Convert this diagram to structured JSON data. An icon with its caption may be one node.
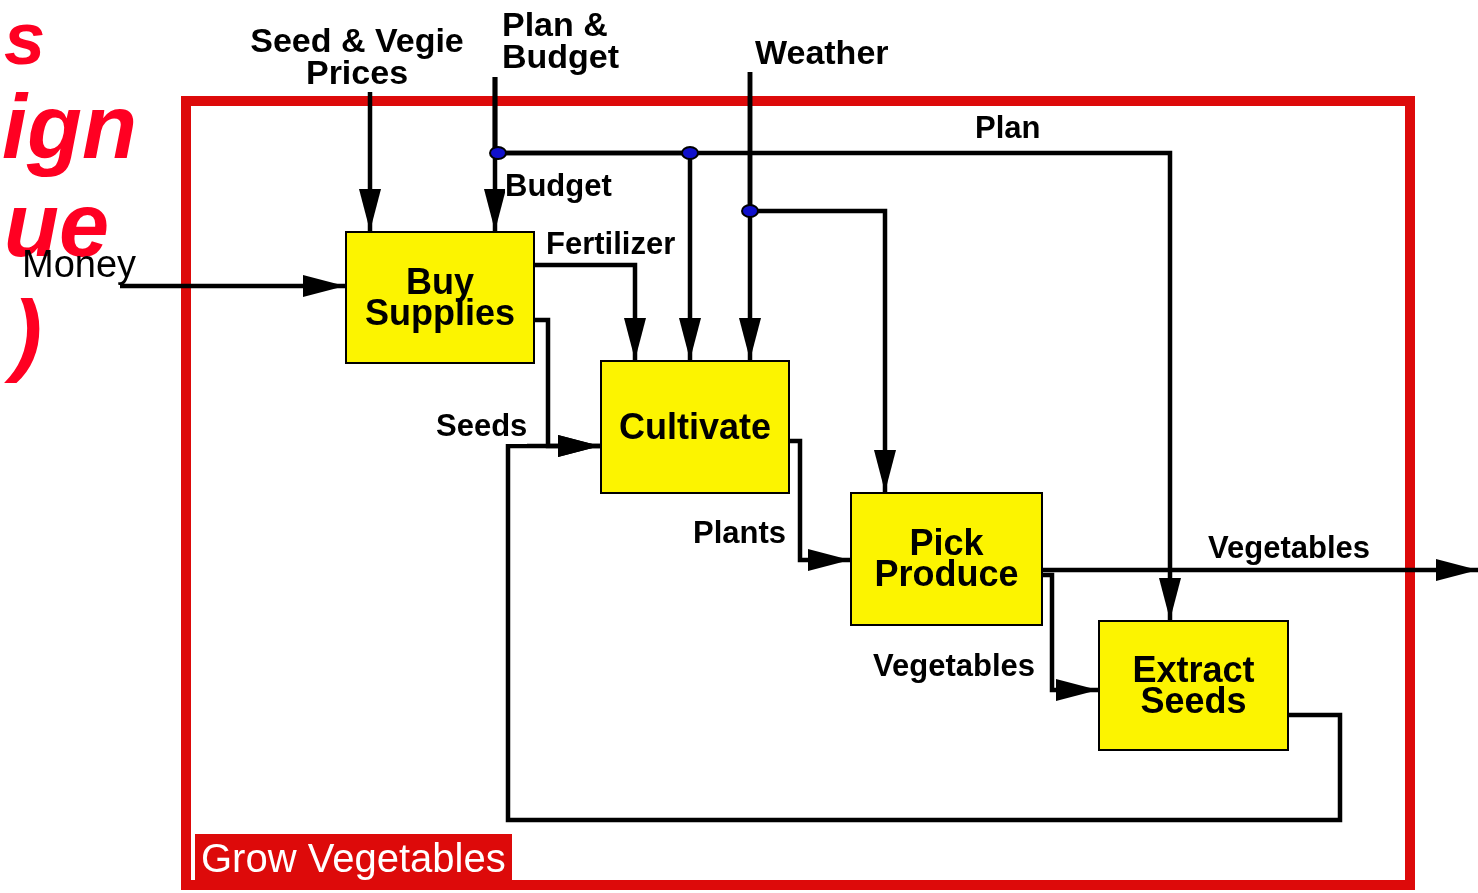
{
  "diagram": {
    "nodes": [
      {
        "text": [
          "Grow Vegetables"
        ]
      },
      {
        "text": [
          "Buy Supplies"
        ],
        "in": 0
      },
      {
        "text": [
          "Cultivate"
        ],
        "in": 0
      },
      {
        "text": [
          "Pick Produce"
        ],
        "in": 0
      },
      {
        "text": [
          "Extract Seeds"
        ],
        "in": 0
      },
      {
        "text": [
          "Seed & Vegie Prices"
        ]
      },
      {
        "text": [
          "Plan & Budget"
        ]
      },
      {
        "text": [
          "Weather"
        ]
      },
      {
        "text": [
          "Money"
        ]
      }
    ],
    "edges": [
      {
        "from": 8,
        "to": 1,
        "arrow": "to"
      },
      {
        "from": 5,
        "to": 1,
        "arrow": "to"
      },
      {
        "from": 6,
        "to": 1,
        "arrow": "to",
        "label": "Budget"
      },
      {
        "from": 6,
        "to": 2,
        "arrow": "to"
      },
      {
        "from": 6,
        "to": 4,
        "arrow": "to",
        "label": "Plan"
      },
      {
        "from": 7,
        "to": 2,
        "arrow": "to"
      },
      {
        "from": 7,
        "to": 3,
        "arrow": "to"
      },
      {
        "from": 1,
        "to": 2,
        "arrow": "to",
        "label": "Fertilizer"
      },
      {
        "from": 1,
        "to": 2,
        "arrow": "to",
        "label": "Seeds"
      },
      {
        "from": 4,
        "to": 2,
        "arrow": "to"
      },
      {
        "from": 2,
        "to": 3,
        "arrow": "to",
        "label": "Plants"
      },
      {
        "from": 3,
        "to": null,
        "arrow": "to",
        "label": "Vegetables"
      },
      {
        "from": 3,
        "to": 4,
        "arrow": "to",
        "label": "Vegetables"
      }
    ],
    "labels": [
      "s",
      "ign",
      "ue",
      ")"
    ]
  }
}
